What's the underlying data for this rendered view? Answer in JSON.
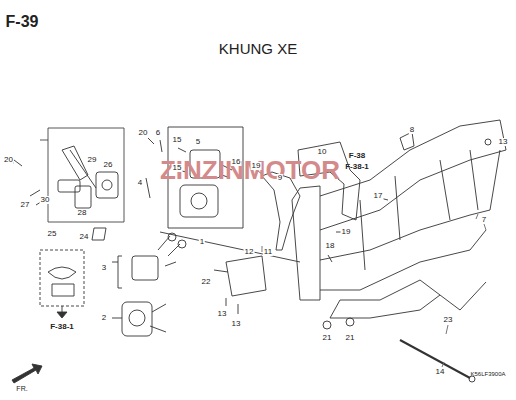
{
  "diagram": {
    "title": "KHUNG XE",
    "labels": [
      "F-39",
      "20",
      "27",
      "29",
      "30",
      "28",
      "26",
      "25",
      "24",
      "20",
      "6",
      "4",
      "15",
      "5",
      "15",
      "16",
      "1",
      "3",
      "2",
      "19",
      "10",
      "9",
      "11",
      "12",
      "22",
      "13",
      "13",
      "F-38",
      "F-38-1",
      "8",
      "13",
      "17",
      "19",
      "18",
      "7",
      "21",
      "21",
      "23",
      "14",
      "K56LF3900A",
      "FR.",
      "F-38-1",
      "ZINZINMOTOR"
    ]
  }
}
